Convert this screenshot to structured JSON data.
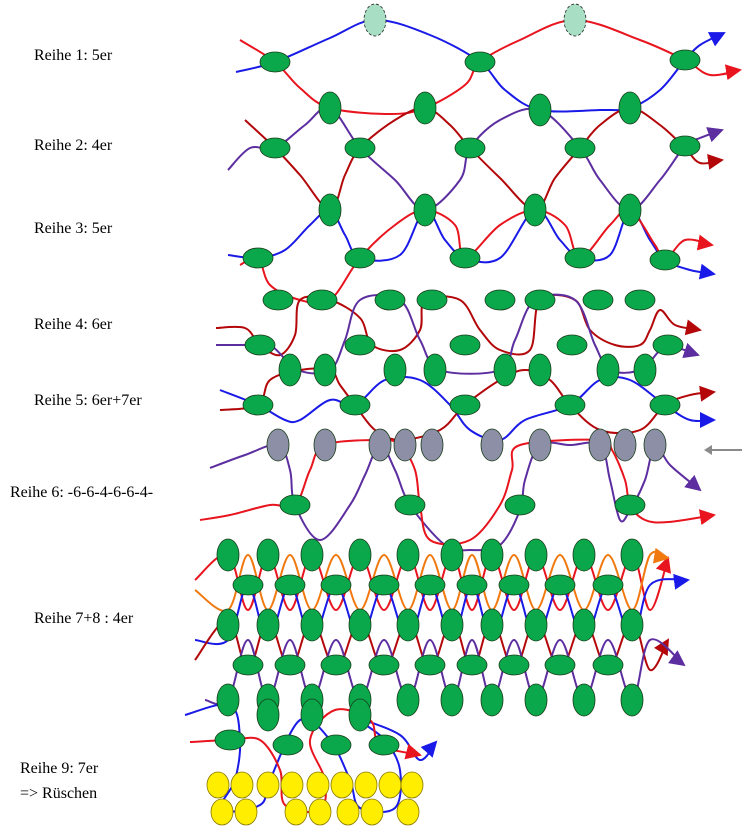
{
  "labels": {
    "r1": "Reihe 1: 5er",
    "r2": "Reihe 2: 4er",
    "r3": "Reihe 3: 5er",
    "r4": "Reihe 4: 6er",
    "r5": "Reihe 5: 6er+7er",
    "r6": "Reihe 6: -6-6-4-6-6-4-",
    "r78": "Reihe 7+8 : 4er",
    "r9a": "Reihe 9: 7er",
    "r9b": "=> Rüschen"
  },
  "colors": {
    "bead_green": "#0aa84a",
    "bead_light": "#a8dfc4",
    "bead_gray": "#8c8fa6",
    "bead_yellow": "#ffee00",
    "thread_red": "#e8141e",
    "thread_blue": "#1a1ae8",
    "thread_darkred": "#b3070a",
    "thread_purple": "#5c2ea0",
    "thread_orange": "#f07a10",
    "arrow_gray": "#8a8a8a"
  },
  "icons": {
    "row6_marker": "left-arrow-icon"
  }
}
